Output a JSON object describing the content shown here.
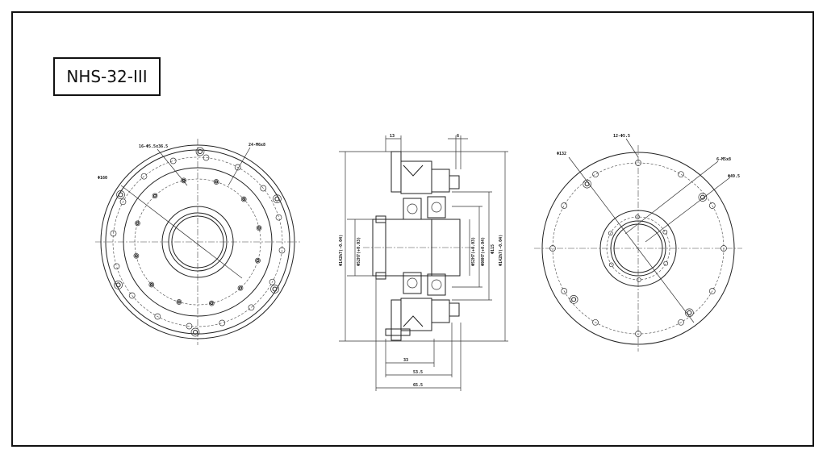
{
  "title": "NHS-32-III",
  "front_view": {
    "callouts": [
      "16-Φ5.5x36.5",
      "24-M6x8",
      "Φ160"
    ]
  },
  "side_view": {
    "top_dims": [
      "13",
      "6"
    ],
    "left_diams": [
      "Φ142h7(-0.04)",
      "Φ52H7(+0.03)"
    ],
    "right_diams": [
      "Φ52H7(+0.03)",
      "Φ90H7(+0.04)",
      "Φ115",
      "Φ142h7(-0.04)"
    ],
    "bottom_dims": [
      "33",
      "53.5",
      "65.5"
    ]
  },
  "back_view": {
    "callouts": [
      "12-Φ5.5",
      "Φ132",
      "6-M5x8",
      "Φ49.5"
    ]
  }
}
